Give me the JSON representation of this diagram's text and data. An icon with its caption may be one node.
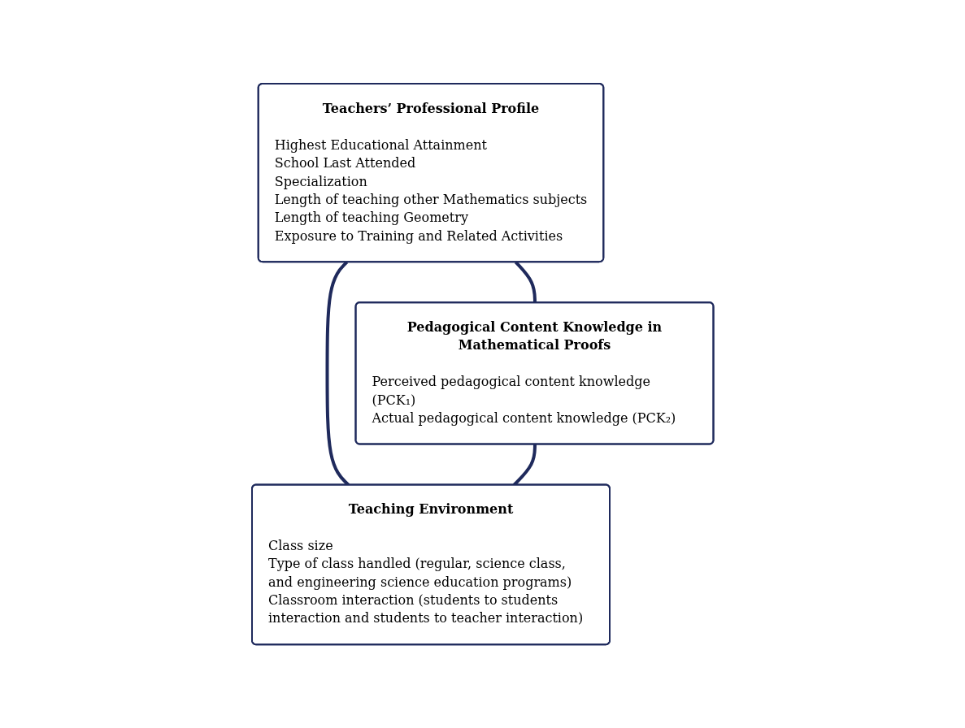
{
  "diagram": {
    "nodes": [
      {
        "text": [
          "Teachers’ Professional Profile",
          "Highest Educational Attainment",
          "School Last Attended",
          "Specialization",
          "Length of teaching other Mathematics subjects",
          "Length of teaching Geometry",
          "Exposure to Training and Related Activities"
        ]
      },
      {
        "text": [
          "Pedagogical Content Knowledge in Mathematical Proofs",
          "Perceived pedagogical content knowledge (PCK₁)",
          "Actual pedagogical content knowledge (PCK₂)"
        ]
      },
      {
        "text": [
          "Teaching Environment",
          "Class size",
          "Type of class handled (regular, science class, and engineering science education programs)",
          "Classroom interaction (students to students interaction and students to teacher interaction)"
        ]
      }
    ],
    "edges": [
      {
        "from": 0,
        "to": 1,
        "arrow": "none"
      },
      {
        "from": 0,
        "to": 2,
        "arrow": "none"
      },
      {
        "from": 1,
        "to": 2,
        "arrow": "none"
      }
    ]
  }
}
